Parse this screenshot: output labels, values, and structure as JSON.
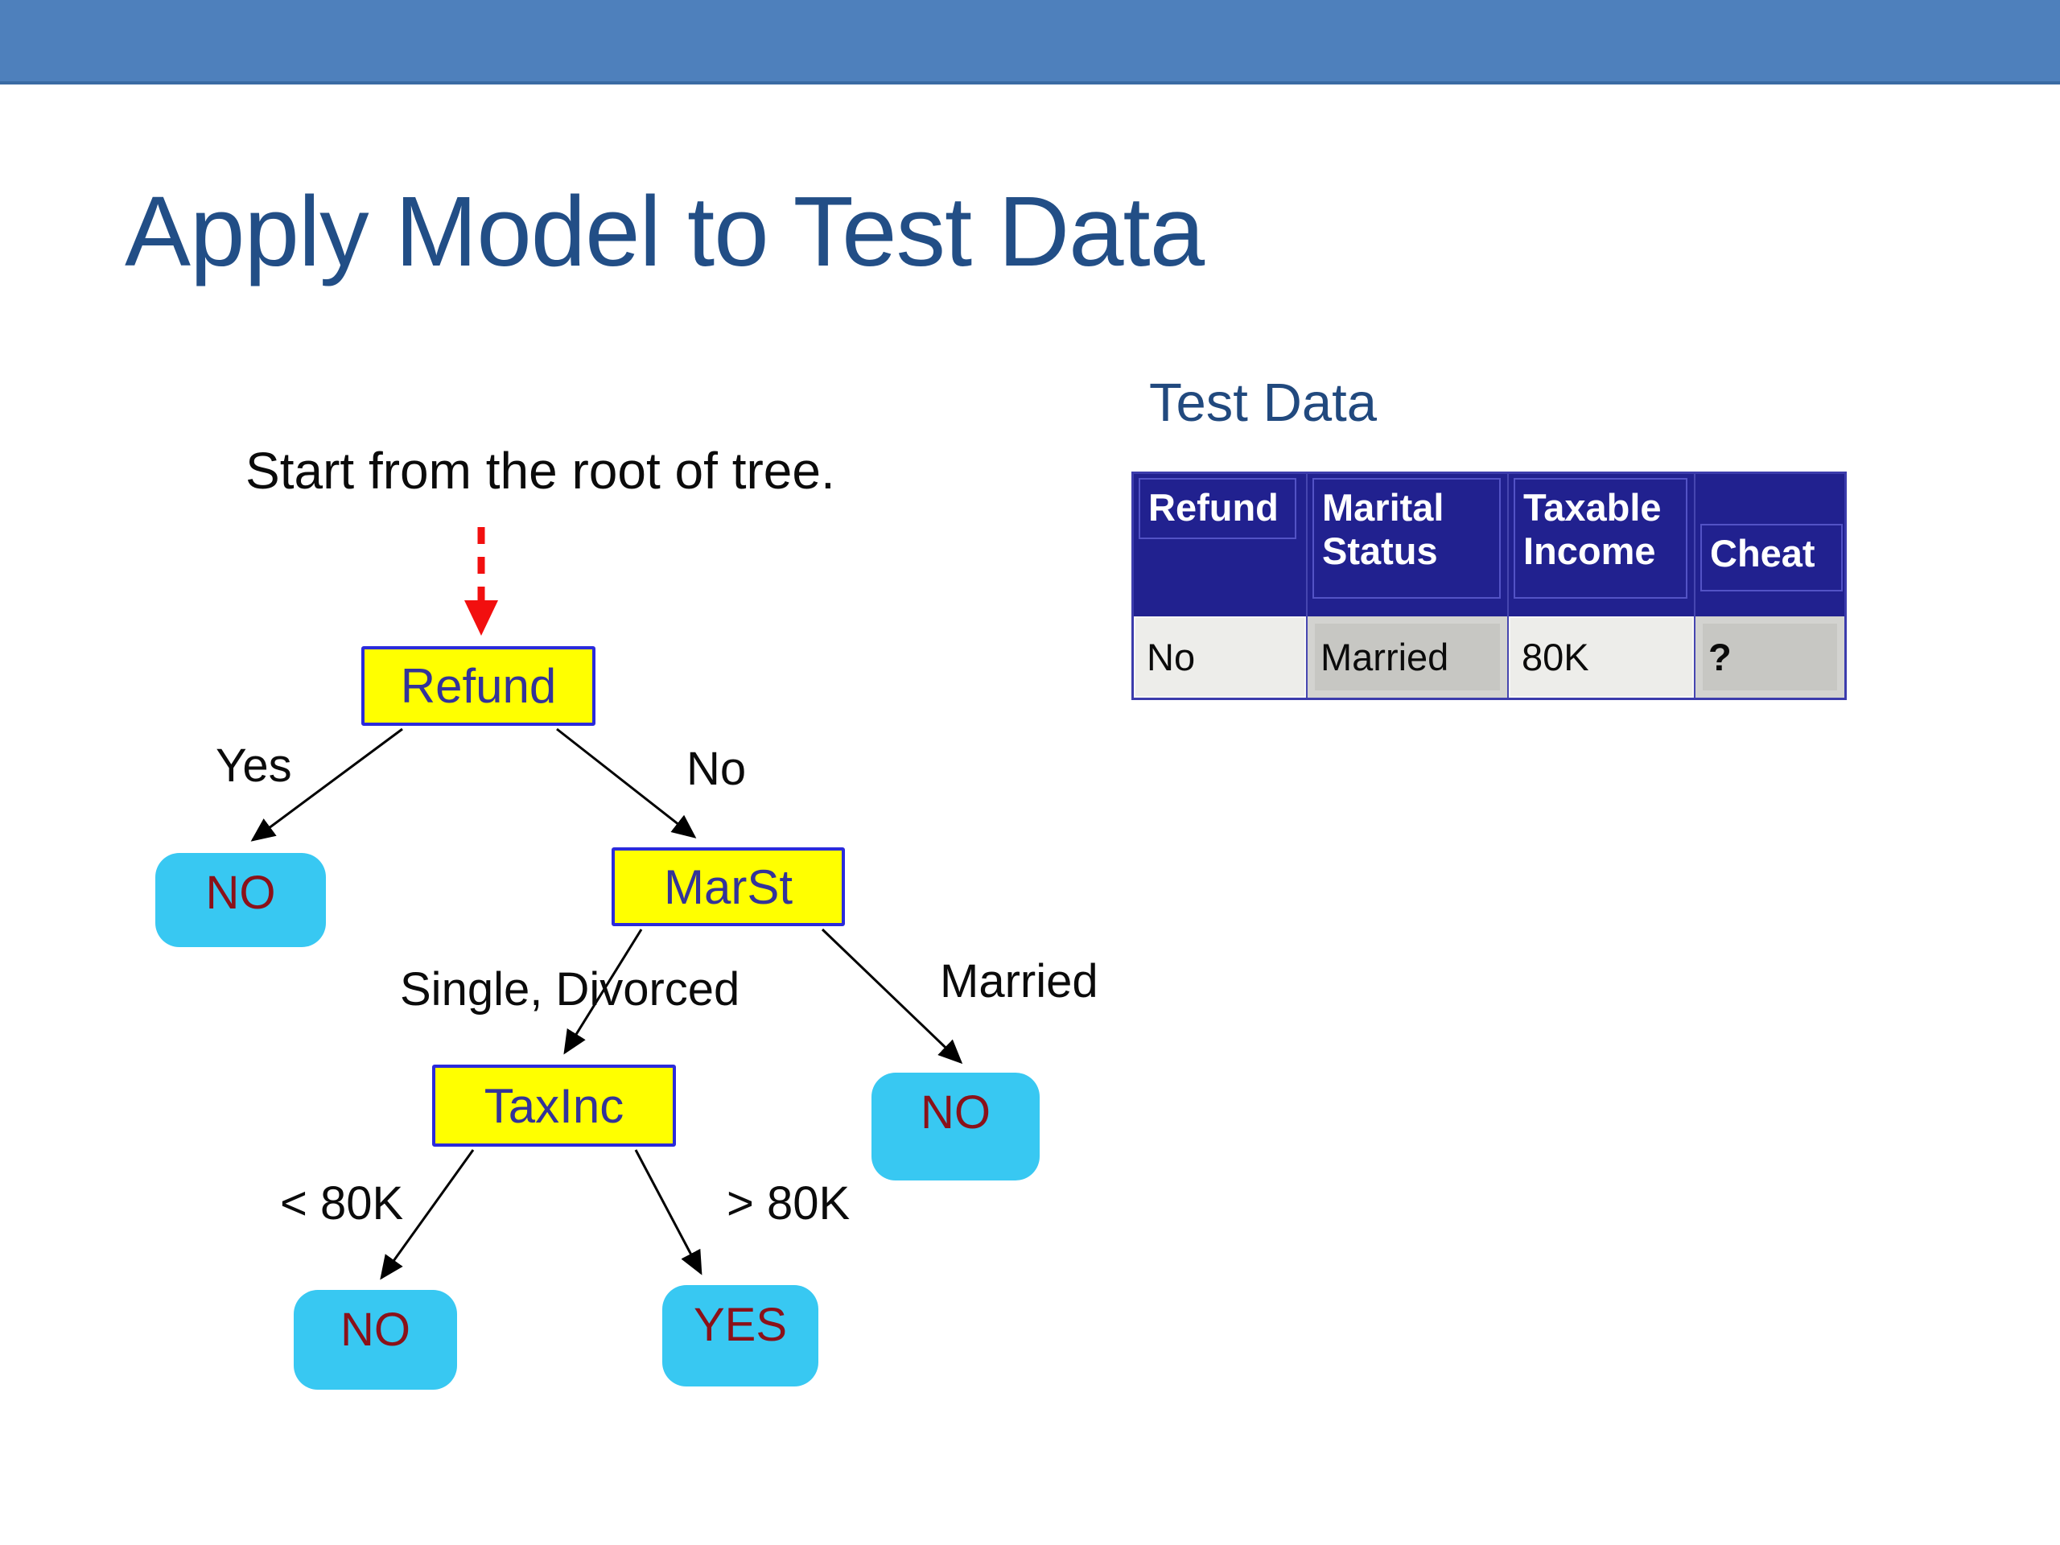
{
  "slide": {
    "title": "Apply Model to Test Data",
    "annotation": "Start from the root of tree.",
    "colors": {
      "topbar": "#4e80bc",
      "title_text": "#224e86",
      "node_fill": "#ffff00",
      "node_border": "#2b2bdb",
      "node_text": "#333399",
      "leaf_fill": "#38c8f2",
      "leaf_text": "#8b1119",
      "table_header_bg": "#21218f",
      "table_cell_light": "#ededea",
      "table_cell_shaded": "#c7c7c3",
      "start_arrow": "#f20f0f",
      "edge_line": "#000000"
    }
  },
  "tree": {
    "nodes": {
      "refund": {
        "label": "Refund"
      },
      "marst": {
        "label": "MarSt"
      },
      "taxinc": {
        "label": "TaxInc"
      },
      "leaf_no_refund_yes": {
        "label": "NO"
      },
      "leaf_no_married": {
        "label": "NO"
      },
      "leaf_no_lt80k": {
        "label": "NO"
      },
      "leaf_yes_gt80k": {
        "label": "YES"
      }
    },
    "edge_labels": {
      "yes": "Yes",
      "no": "No",
      "single_divorced": "Single, Divorced",
      "married": "Married",
      "lt80k": "< 80K",
      "gt80k": "> 80K"
    }
  },
  "test_data": {
    "heading": "Test Data",
    "table": {
      "columns": [
        "Refund",
        "Marital Status",
        "Taxable Income",
        "Cheat"
      ],
      "rows": [
        [
          "No",
          "Married",
          "80K",
          "?"
        ]
      ]
    }
  }
}
